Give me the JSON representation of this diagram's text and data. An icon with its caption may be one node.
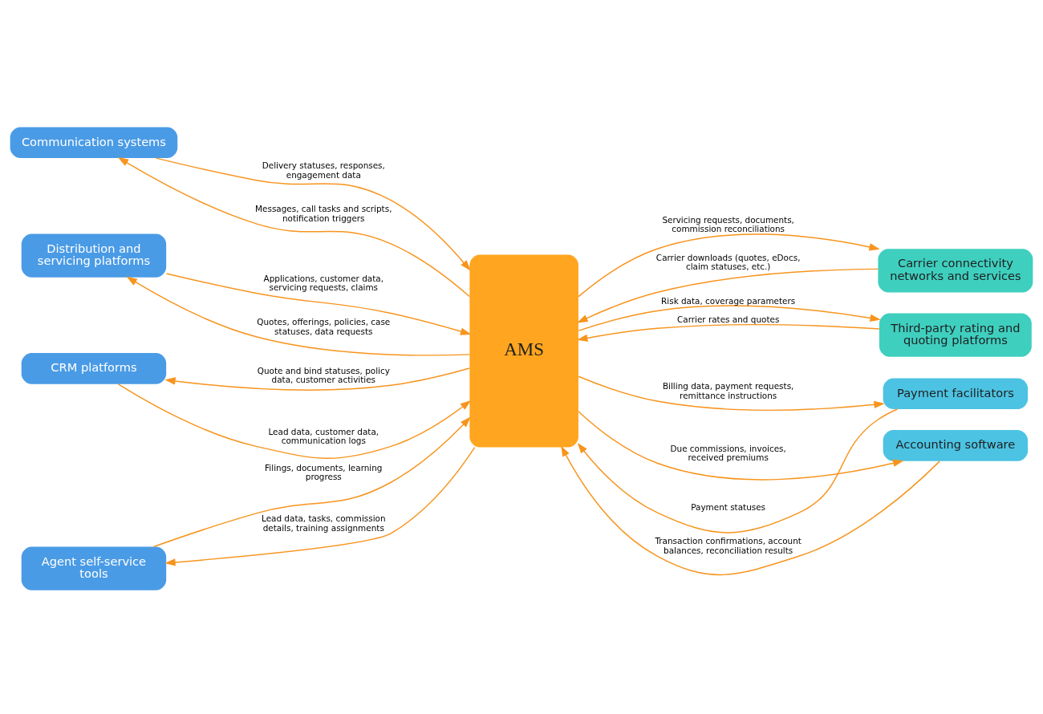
{
  "diagram": {
    "nodes": [
      {
        "text": [
          "Communication systems"
        ]
      },
      {
        "text": [
          "Carrier connectivity networks and services"
        ]
      },
      {
        "text": [
          "Distribution and servicing platforms"
        ]
      },
      {
        "text": [
          "Third-party rating and quoting platforms"
        ]
      },
      {
        "text": [
          "AMS"
        ]
      },
      {
        "text": [
          "CRM platforms"
        ]
      },
      {
        "text": [
          "Payment facilitators"
        ]
      },
      {
        "text": [
          "Agent self-service tools"
        ]
      },
      {
        "text": [
          "Accounting software"
        ]
      }
    ],
    "edges": [
      {
        "from": 0,
        "to": 4,
        "arrow": "to",
        "label": "Delivery statuses, responses, engagement data"
      },
      {
        "from": 4,
        "to": 0,
        "arrow": "to",
        "label": "Messages, call tasks and scripts, notification triggers"
      },
      {
        "from": 1,
        "to": 4,
        "arrow": "to",
        "label": "Carrier downloads (quotes, eDocs, claim statuses, etc.)"
      },
      {
        "from": 4,
        "to": 1,
        "arrow": "to",
        "label": "Servicing requests, documents, commission reconciliations"
      },
      {
        "from": 2,
        "to": 4,
        "arrow": "to",
        "label": "Applications, customer data, servicing requests, claims"
      },
      {
        "from": 4,
        "to": 2,
        "arrow": "to",
        "label": "Quotes, offerings, policies, case statuses, data requests"
      },
      {
        "from": 3,
        "to": 4,
        "arrow": "to",
        "label": "Carrier rates and quotes"
      },
      {
        "from": 4,
        "to": 3,
        "arrow": "to",
        "label": "Risk data, coverage parameters"
      },
      {
        "from": 5,
        "to": 4,
        "arrow": "to",
        "label": "Lead data, customer data, communication logs"
      },
      {
        "from": 4,
        "to": 5,
        "arrow": "to",
        "label": "Quote and bind statuses, policy data, customer activities"
      },
      {
        "from": 6,
        "to": 4,
        "arrow": "to",
        "label": "Payment statuses"
      },
      {
        "from": 4,
        "to": 6,
        "arrow": "to",
        "label": "Billing data, payment requests, remittance instructions"
      },
      {
        "from": 4,
        "to": 7,
        "arrow": "to",
        "label": "Lead data, tasks, commission details, training assignments"
      },
      {
        "from": 7,
        "to": 4,
        "arrow": "to",
        "label": "Filings, documents, learning progress"
      },
      {
        "from": 4,
        "to": 8,
        "arrow": "to",
        "label": "Due commissions, invoices, received premiums"
      },
      {
        "from": 8,
        "to": 4,
        "arrow": "to",
        "label": "Transaction confirmations, account balances, reconciliation results"
      }
    ]
  }
}
